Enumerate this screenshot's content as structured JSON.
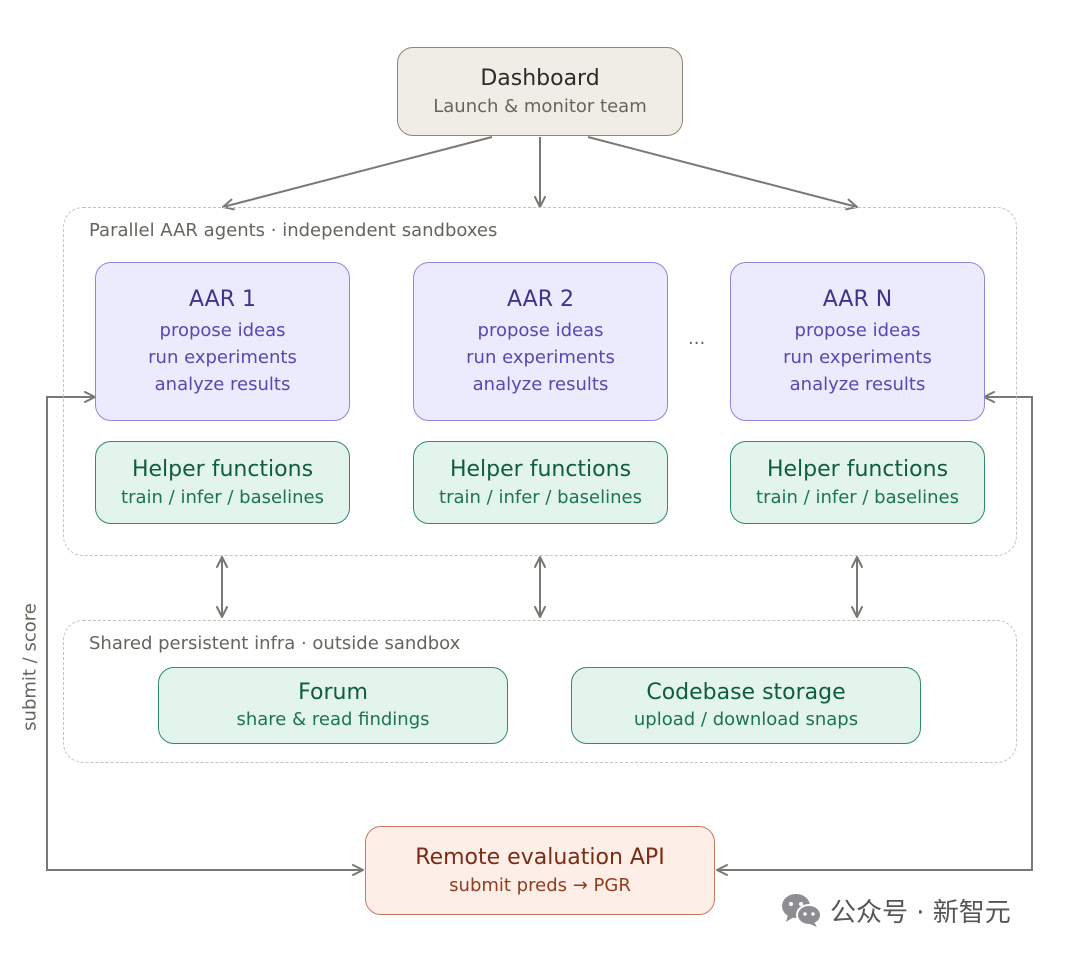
{
  "dashboard": {
    "title": "Dashboard",
    "subtitle": "Launch & monitor team"
  },
  "agents_group": {
    "label": "Parallel AAR agents · independent sandboxes"
  },
  "agents": [
    {
      "title": "AAR 1",
      "lines": [
        "propose ideas",
        "run experiments",
        "analyze results"
      ]
    },
    {
      "title": "AAR 2",
      "lines": [
        "propose ideas",
        "run experiments",
        "analyze results"
      ]
    },
    {
      "title": "AAR N",
      "lines": [
        "propose ideas",
        "run experiments",
        "analyze results"
      ]
    }
  ],
  "ellipsis": "···",
  "helpers": [
    {
      "title": "Helper functions",
      "subtitle": "train / infer / baselines"
    },
    {
      "title": "Helper functions",
      "subtitle": "train / infer / baselines"
    },
    {
      "title": "Helper functions",
      "subtitle": "train / infer / baselines"
    }
  ],
  "infra_group": {
    "label": "Shared persistent infra · outside sandbox"
  },
  "forum": {
    "title": "Forum",
    "subtitle": "share & read findings"
  },
  "codebase": {
    "title": "Codebase storage",
    "subtitle": "upload / download snaps"
  },
  "remote": {
    "title": "Remote evaluation API",
    "subtitle": "submit preds → PGR"
  },
  "side_label": "submit / score",
  "watermark": {
    "text": "公众号 · 新智元",
    "icon": "wechat-icon"
  },
  "colors": {
    "arrow": "#7a7872",
    "dashboard_fill": "#efede6",
    "agent_fill": "#ecebfd",
    "agent_text": "#3c3490",
    "helper_fill": "#e2f4ec",
    "helper_text": "#0f5d40",
    "remote_fill": "#fdeee8",
    "remote_text": "#7b2c12"
  }
}
